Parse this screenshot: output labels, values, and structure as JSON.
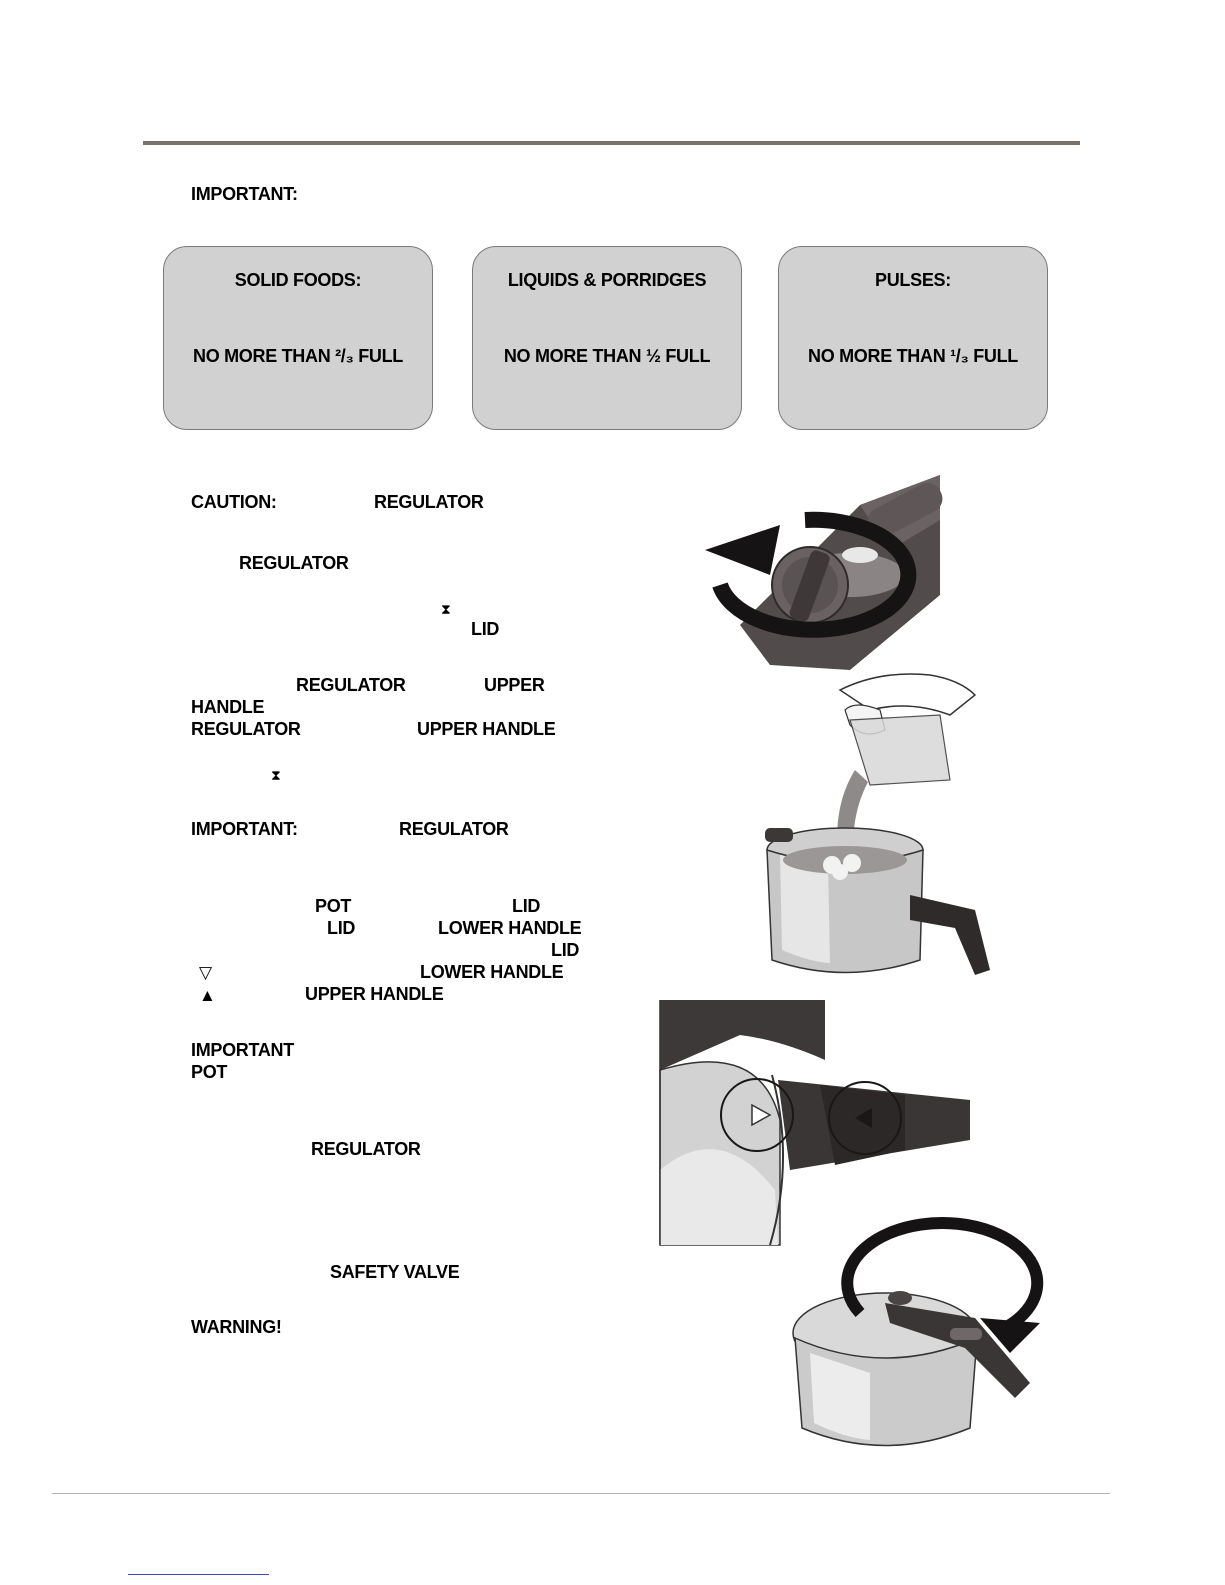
{
  "header": {
    "important_label": "IMPORTANT:"
  },
  "fill_limits": [
    {
      "title": "SOLID FOODS:",
      "value": "NO MORE THAN ²/₃  FULL"
    },
    {
      "title": "LIQUIDS & PORRIDGES",
      "value": "NO MORE THAN ½ FULL"
    },
    {
      "title": "PULSES:",
      "value": "NO MORE THAN  ¹/₃ FULL"
    }
  ],
  "body_labels": {
    "caution": "CAUTION:",
    "regulator_1": "REGULATOR",
    "regulator_2": "REGULATOR",
    "hourglass_1": "⧗",
    "lid_1": "LID",
    "regulator_3": "REGULATOR",
    "upper": "UPPER",
    "handle": "HANDLE",
    "regulator_4": "REGULATOR",
    "upper_handle_1": "UPPER HANDLE",
    "hourglass_2": "⧗",
    "important_2": "IMPORTANT:",
    "regulator_5": "REGULATOR",
    "pot_1": "POT",
    "lid_2": "LID",
    "lid_3": "LID",
    "lower_handle_1": "LOWER HANDLE",
    "lid_4": "LID",
    "triangle_open": "▽",
    "lower_handle_2": "LOWER HANDLE",
    "triangle_filled": "▲",
    "upper_handle_2": "UPPER HANDLE",
    "important_3": "IMPORTANT",
    "pot_2": "POT",
    "regulator_6": "REGULATOR",
    "safety_valve": "SAFETY VALVE",
    "warning": "WARNING!"
  },
  "illustrations": [
    "regulator-dial-turn-icon",
    "pouring-water-into-pot-icon",
    "lid-alignment-marks-icon",
    "closing-lid-rotation-icon"
  ],
  "colors": {
    "rule": "#7b716d",
    "box_fill": "#d1d1d1",
    "box_border": "#7a7a7a",
    "dark_plastic": "#4a4444"
  }
}
